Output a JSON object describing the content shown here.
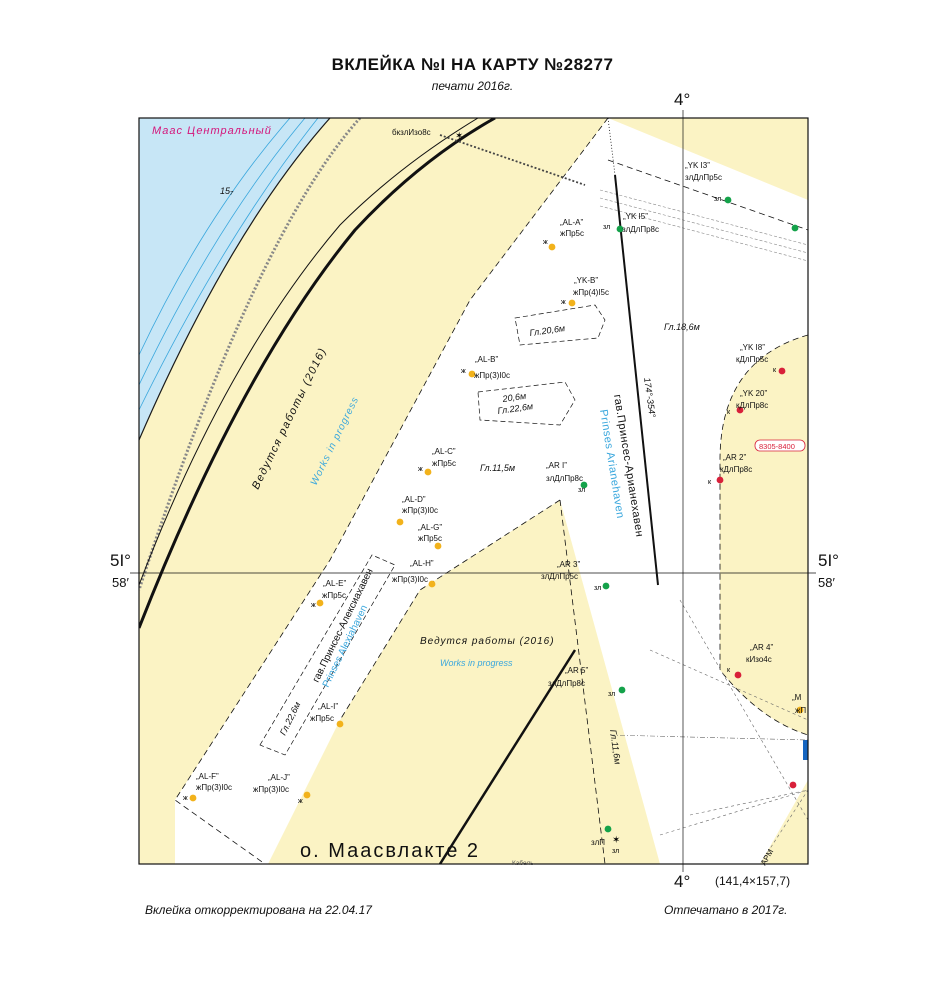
{
  "header": {
    "title": "ВКЛЕЙКА №I НА КАРТУ №28277",
    "subtitle": "печати 2016г."
  },
  "grid": {
    "lon_top": "4°",
    "lon_bottom": "4°",
    "lat_left_deg": "5I°",
    "lat_left_min": "58′",
    "lat_right_deg": "5I°",
    "lat_right_min": "58′"
  },
  "map": {
    "river_label": "Маас Центральный",
    "river_depth": "15₇",
    "light_shore": "бкзлИзо8с",
    "works_ru_1": "Ведутся работы (2016)",
    "works_en_1": "Works in progress",
    "works_ru_2": "Ведутся работы (2016)",
    "works_en_2": "Works in progress",
    "harbour_ru_1": "гав.Принсес-Арианехавен",
    "harbour_en_1": "Prinses Arianehaven",
    "harbour_ru_2": "гав.Принсес-Алексиахавен",
    "harbour_en_2": "Prinses Alexiahaven",
    "bearing": "174°-354°",
    "island": "о. Маасвлакте 2",
    "cable": "АРМ",
    "depths": {
      "d1": "Гл.18,6м",
      "d2": "Гл.20,6м",
      "d3": "20,6м",
      "d4": "Гл.22,6м",
      "d5": "Гл.11,5м",
      "d6": "Гл.22,6м",
      "d7": "Гл.11,6м"
    },
    "buoys": {
      "al_a_name": "„AL-A”",
      "al_a_char": "жПр5с",
      "yk_b_name": "„YK-B”",
      "yk_b_char": "жПр(4)I5с",
      "al_b_name": "„AL-B”",
      "al_b_char": "жПр(3)I0с",
      "al_c_name": "„AL-C”",
      "al_c_char": "жПр5с",
      "al_d_name": "„AL-D”",
      "al_d_char": "жПр(3)I0с",
      "al_g_name": "„AL-G”",
      "al_g_char": "жПр5с",
      "al_h_name": "„AL-H”",
      "al_h_char": "жПр(3)I0с",
      "al_e_name": "„AL-E”",
      "al_e_char": "жПр5с",
      "al_i_name": "„AL-I”",
      "al_i_char": "жПр5с",
      "al_f_name": "„AL-F”",
      "al_f_char": "жПр(3)I0с",
      "al_j_name": "„AL-J”",
      "al_j_char": "жПр(3)I0с",
      "yk13_name": "„YK I3”",
      "yk13_char": "злДлПр5с",
      "yk15_name": "„YK I5”",
      "yk15_char": "злДлПр8с",
      "yk18_name": "„YK I8”",
      "yk18_char": "кДлПр5с",
      "yk20_name": "„YK 20”",
      "yk20_char": "кДлПр8с",
      "ar1_name": "„AR I”",
      "ar1_char": "злДлПр8с",
      "ar2_name": "„AR 2”",
      "ar2_char": "кДлПр8с",
      "ar3_name": "„AR 3”",
      "ar3_char": "злДлПр5с",
      "ar4_name": "„AR 4”",
      "ar4_char": "кИзо4с",
      "ar5_name": "„AR 5”",
      "ar5_char": "злДлПр8с",
      "m_name": "„M",
      "m_char": "жП",
      "zlp_char": "злП",
      "tag_zl": "зл",
      "tag_zh": "ж",
      "tag_k": "к"
    },
    "racon": "8305-8400",
    "kabel": "Кабель"
  },
  "footer": {
    "left": "Вклейка откорректирована на 22.04.17",
    "dims": "(141,4×157,7)",
    "right": "Отпечатано в 2017г."
  },
  "colors": {
    "land": "#fbf3c4",
    "water_shallow": "#c7e6f6",
    "water_deep": "#ffffff",
    "channel_line": "#3aa7dd",
    "buoy_yellow": "#f2b21b",
    "buoy_green": "#14a24a",
    "buoy_red": "#d8203a",
    "river_label": "#d4147a"
  }
}
